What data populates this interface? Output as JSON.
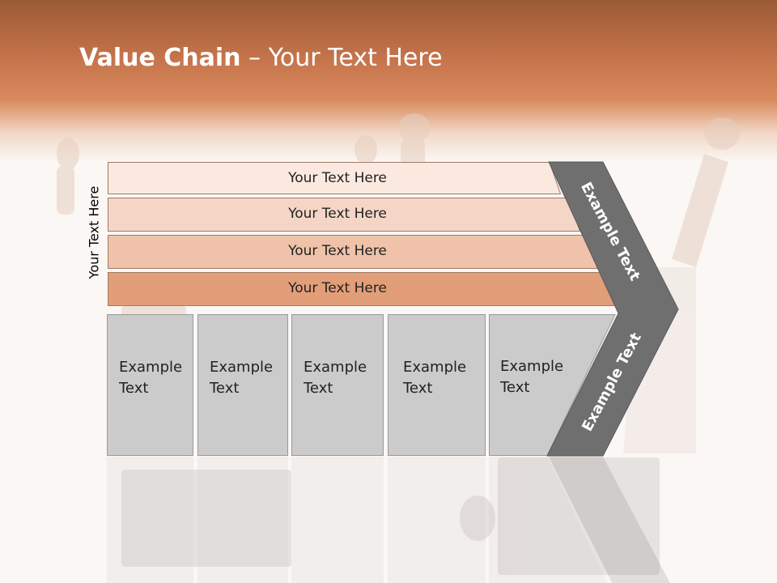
{
  "title": {
    "bold": "Value Chain",
    "rest": " – Your Text Here"
  },
  "side_label": "Your Text Here",
  "bands": [
    {
      "label": "Your Text Here"
    },
    {
      "label": "Your Text Here"
    },
    {
      "label": "Your Text Here"
    },
    {
      "label": "Your Text Here"
    }
  ],
  "boxes": [
    {
      "line1": "Example",
      "line2": "Text"
    },
    {
      "line1": "Example",
      "line2": "Text"
    },
    {
      "line1": "Example",
      "line2": "Text"
    },
    {
      "line1": "Example",
      "line2": "Text"
    },
    {
      "line1": "Example",
      "line2": "Text"
    }
  ],
  "chevron": {
    "top_label": "Example Text",
    "bottom_label": "Example Text"
  },
  "colors": {
    "header_top": "#9a5a36",
    "header_mid": "#d98a5e",
    "band_1": "#fbe9e0",
    "band_2": "#f5d6c6",
    "band_3": "#efc2a9",
    "band_4": "#e19e78",
    "box_fill": "#cbcbcb",
    "chevron_fill": "#6f6f6f"
  }
}
